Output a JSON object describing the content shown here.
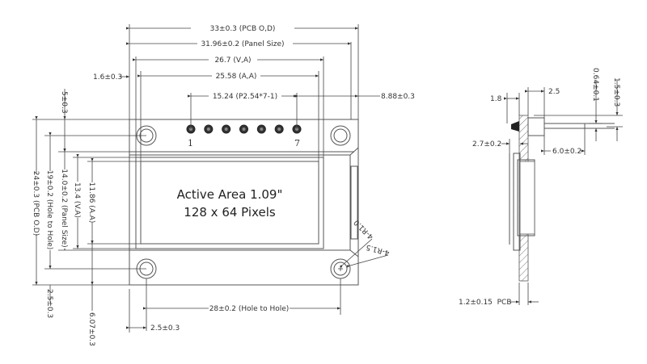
{
  "drawing": {
    "title": "OLED 1.09 inch module mechanical drawing",
    "active_area": {
      "line1": "Active Area 1.09\"",
      "line2": "128 x 64 Pixels"
    },
    "pins": {
      "first": "1",
      "last": "7",
      "count": 7
    },
    "front_view": {
      "horizontal_dims": {
        "pcb_od": "33±0.3 (PCB O,D)",
        "panel_size": "31.96±0.2 (Panel Size)",
        "va": "26.7 (V,A)",
        "aa": "25.58 (A,A)",
        "left_offset": "1.6±0.3",
        "pin_pitch": "15.24 (P2.54*7-1)",
        "pin_right": "8.88±0.3",
        "hole_to_hole": "28±0.2 (Hole to Hole)",
        "hole_edge": "2.5±0.3"
      },
      "vertical_dims": {
        "top_offset": "5±0.3",
        "panel_size": "14.0±0.2 (Panel Size)",
        "hole_to_hole": "19±0.2 (Hole to Hole)",
        "pcb_od": "24±0.3 (PCB O.D)",
        "va": "13.4 (V.A)",
        "aa": "11.86 (A.A)",
        "hole_edge": "2.5±0.3",
        "bottom_offset": "6.07±0.3"
      },
      "radius_notes": {
        "r1": "4-R1.0",
        "r2": "4-R1.5"
      }
    },
    "side_view": {
      "dims": {
        "d1": "1.8",
        "d2": "2.5",
        "d3": "0.64±0.1",
        "d4": "1.5±0.3",
        "d5": "2.7±0.2",
        "d6": "6.0±0.2",
        "pcb": "1.2±0.15  PCB"
      }
    }
  }
}
